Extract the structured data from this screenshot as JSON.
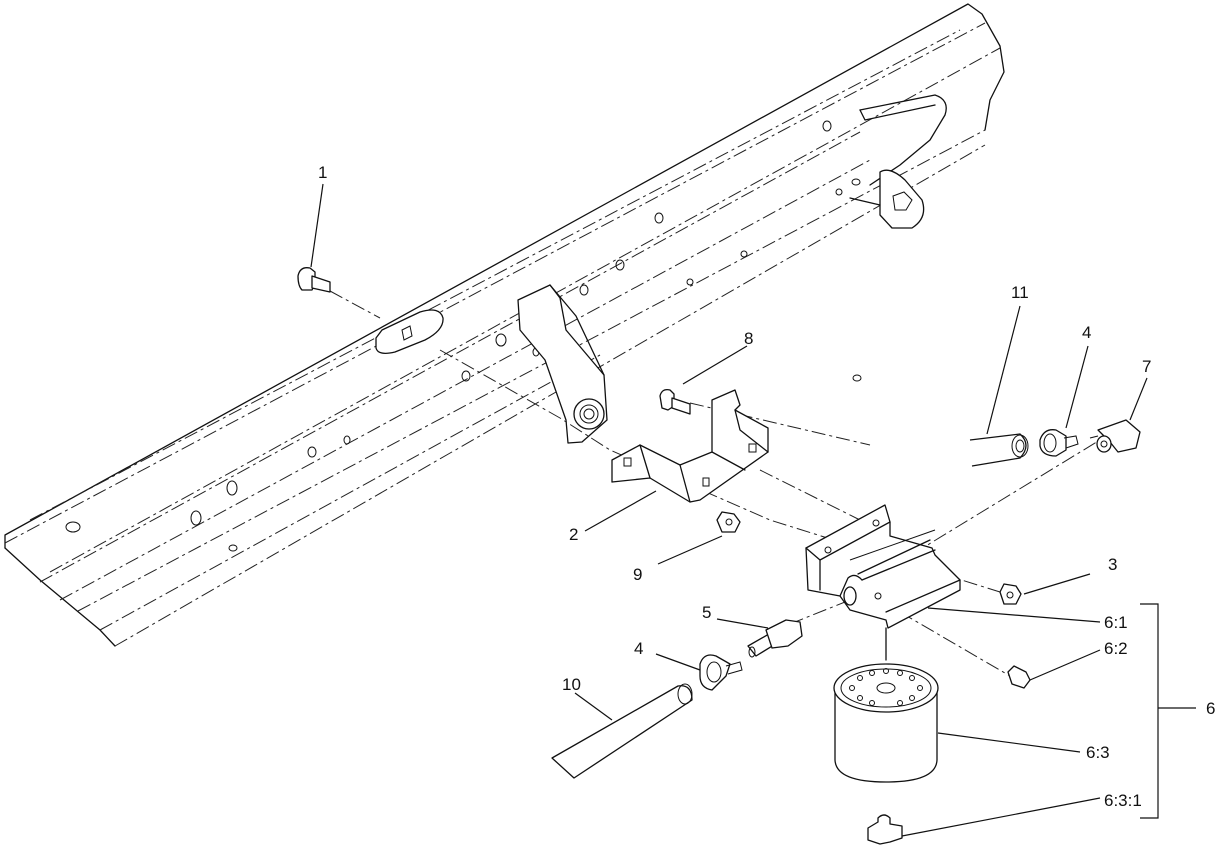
{
  "callouts": {
    "c1": "1",
    "c2": "2",
    "c3": "3",
    "c4a": "4",
    "c4b": "4",
    "c5": "5",
    "c6": "6",
    "c6_1": "6:1",
    "c6_2": "6:2",
    "c6_3": "6:3",
    "c6_3_1": "6:3:1",
    "c7": "7",
    "c8": "8",
    "c9": "9",
    "c10": "10",
    "c11": "11"
  }
}
